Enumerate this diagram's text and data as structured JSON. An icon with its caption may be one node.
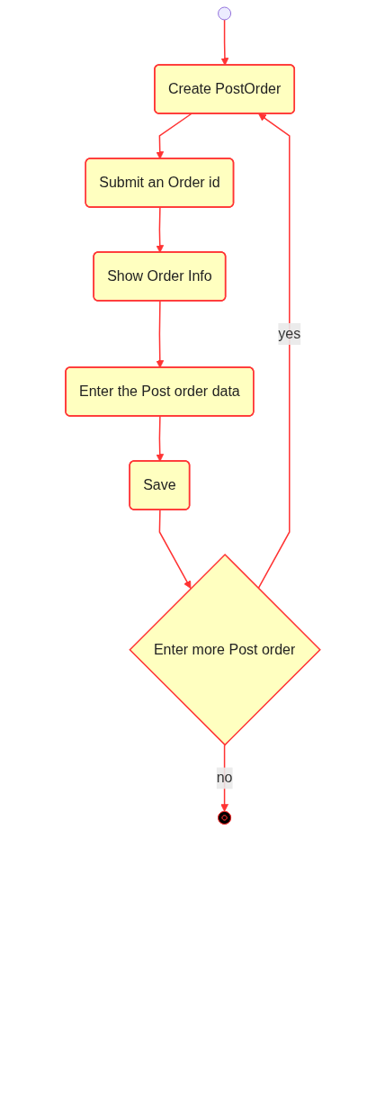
{
  "diagram": {
    "nodes": [
      {
        "text": [],
        "shape": "circle"
      },
      {
        "text": [
          "Create PostOrder"
        ]
      },
      {
        "text": [
          "Submit an Order id"
        ]
      },
      {
        "text": [
          "Show Order Info"
        ]
      },
      {
        "text": [
          "Enter the Post order data"
        ]
      },
      {
        "text": [
          "Save"
        ]
      },
      {
        "text": [
          "Enter more Post order"
        ]
      },
      {
        "text": [],
        "shape": "circle"
      }
    ],
    "edges": [
      {
        "from": 0,
        "to": 1,
        "arrow": "to"
      },
      {
        "from": 1,
        "to": 2,
        "arrow": "to"
      },
      {
        "from": 2,
        "to": 3,
        "arrow": "to"
      },
      {
        "from": 3,
        "to": 4,
        "arrow": "to"
      },
      {
        "from": 4,
        "to": 5,
        "arrow": "to"
      },
      {
        "from": 5,
        "to": 6,
        "arrow": "to"
      },
      {
        "from": 6,
        "to": 1,
        "arrow": "to",
        "label": "yes"
      },
      {
        "from": 6,
        "to": 7,
        "arrow": "to",
        "label": "no"
      }
    ]
  }
}
